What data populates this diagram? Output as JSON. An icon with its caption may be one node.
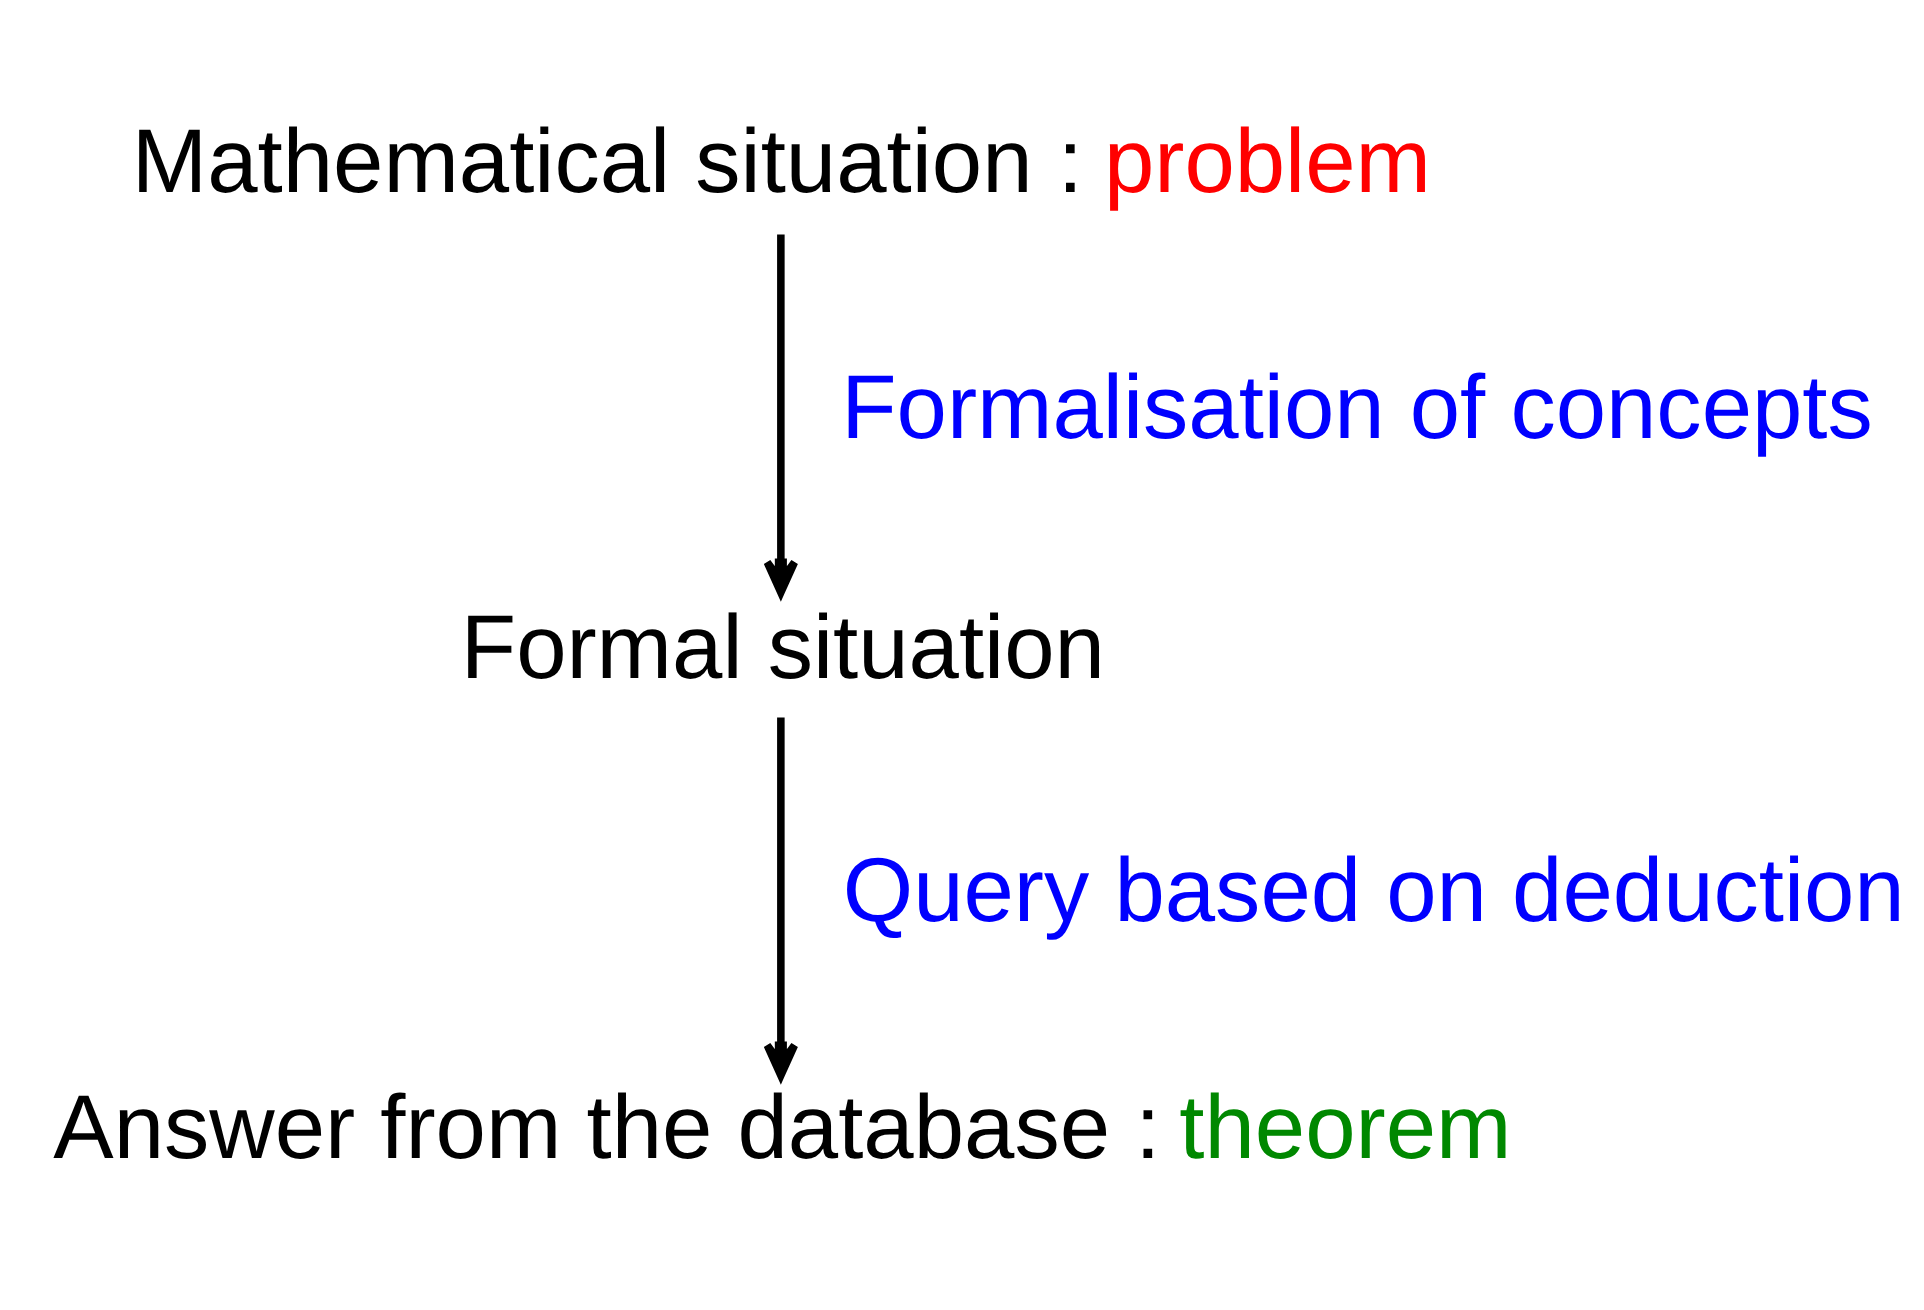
{
  "diagram": {
    "nodes": [
      {
        "text": [
          "Mathematical situation :",
          "problem"
        ]
      },
      {
        "text": [
          "Formal situation"
        ]
      },
      {
        "text": [
          "Answer from the database :",
          "theorem"
        ]
      }
    ],
    "edges": [
      {
        "from": 0,
        "to": 1,
        "arrow": "to",
        "label": "Formalisation of concepts"
      },
      {
        "from": 1,
        "to": 2,
        "arrow": "to",
        "label": "Query based on deduction"
      }
    ]
  }
}
